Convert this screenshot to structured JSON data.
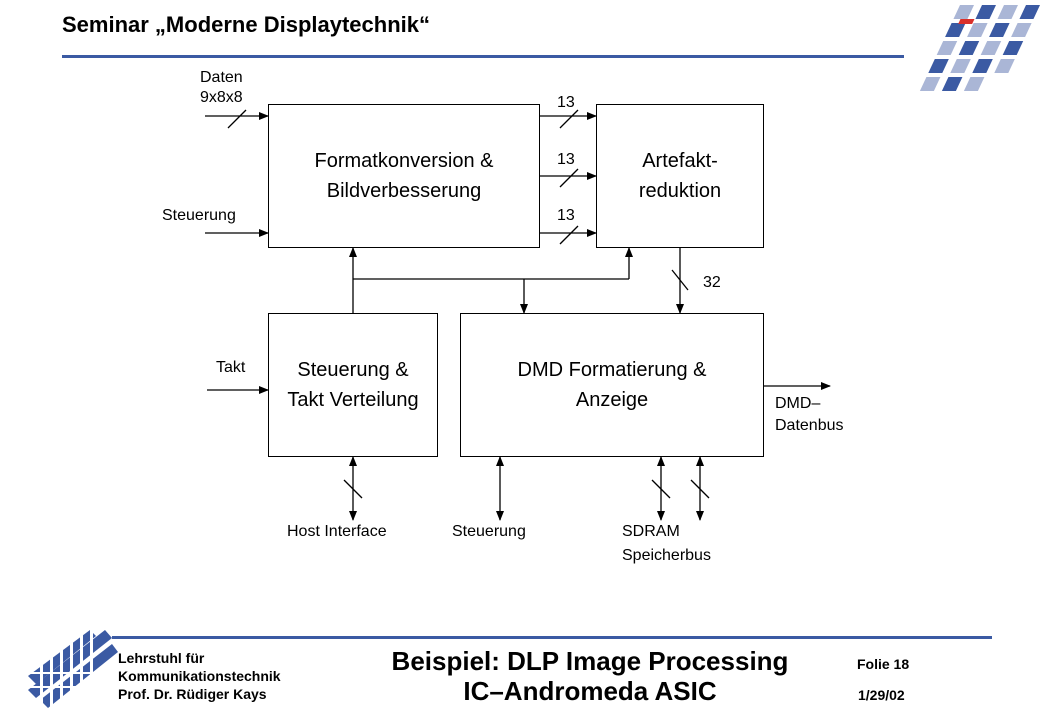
{
  "header": {
    "title": "Seminar „Moderne Displaytechnik“"
  },
  "blocks": {
    "format": [
      "Formatkonversion &",
      "Bildverbesserung"
    ],
    "artefakt": [
      "Artefakt-",
      "reduktion"
    ],
    "control": [
      "Steuerung &",
      "Takt Verteilung"
    ],
    "dmd": [
      "DMD Formatierung &",
      "Anzeige"
    ]
  },
  "labels": {
    "daten": [
      "Daten",
      "9x8x8"
    ],
    "steuerung_in": "Steuerung",
    "bus_width_1": "13",
    "bus_width_2": "13",
    "bus_width_3": "13",
    "bus_width_out": "32",
    "takt": "Takt",
    "dmd_bus": [
      "DMD–",
      "Datenbus"
    ],
    "host_interface": "Host Interface",
    "steuerung_bottom": "Steuerung",
    "sdram": [
      "SDRAM",
      "Speicherbus"
    ]
  },
  "footer": {
    "institute": [
      "Lehrstuhl für",
      "Kommunikationstechnik",
      "Prof. Dr. Rüdiger Kays"
    ],
    "title": [
      "Beispiel: DLP Image Processing",
      "IC–Andromeda ASIC"
    ],
    "slide": "Folie 18",
    "date": "1/29/02"
  },
  "colors": {
    "accent": "#3b5aa3",
    "logo_dark": "#3b5aa3",
    "logo_light": "#aab6d6",
    "logo_red": "#d9302b"
  }
}
